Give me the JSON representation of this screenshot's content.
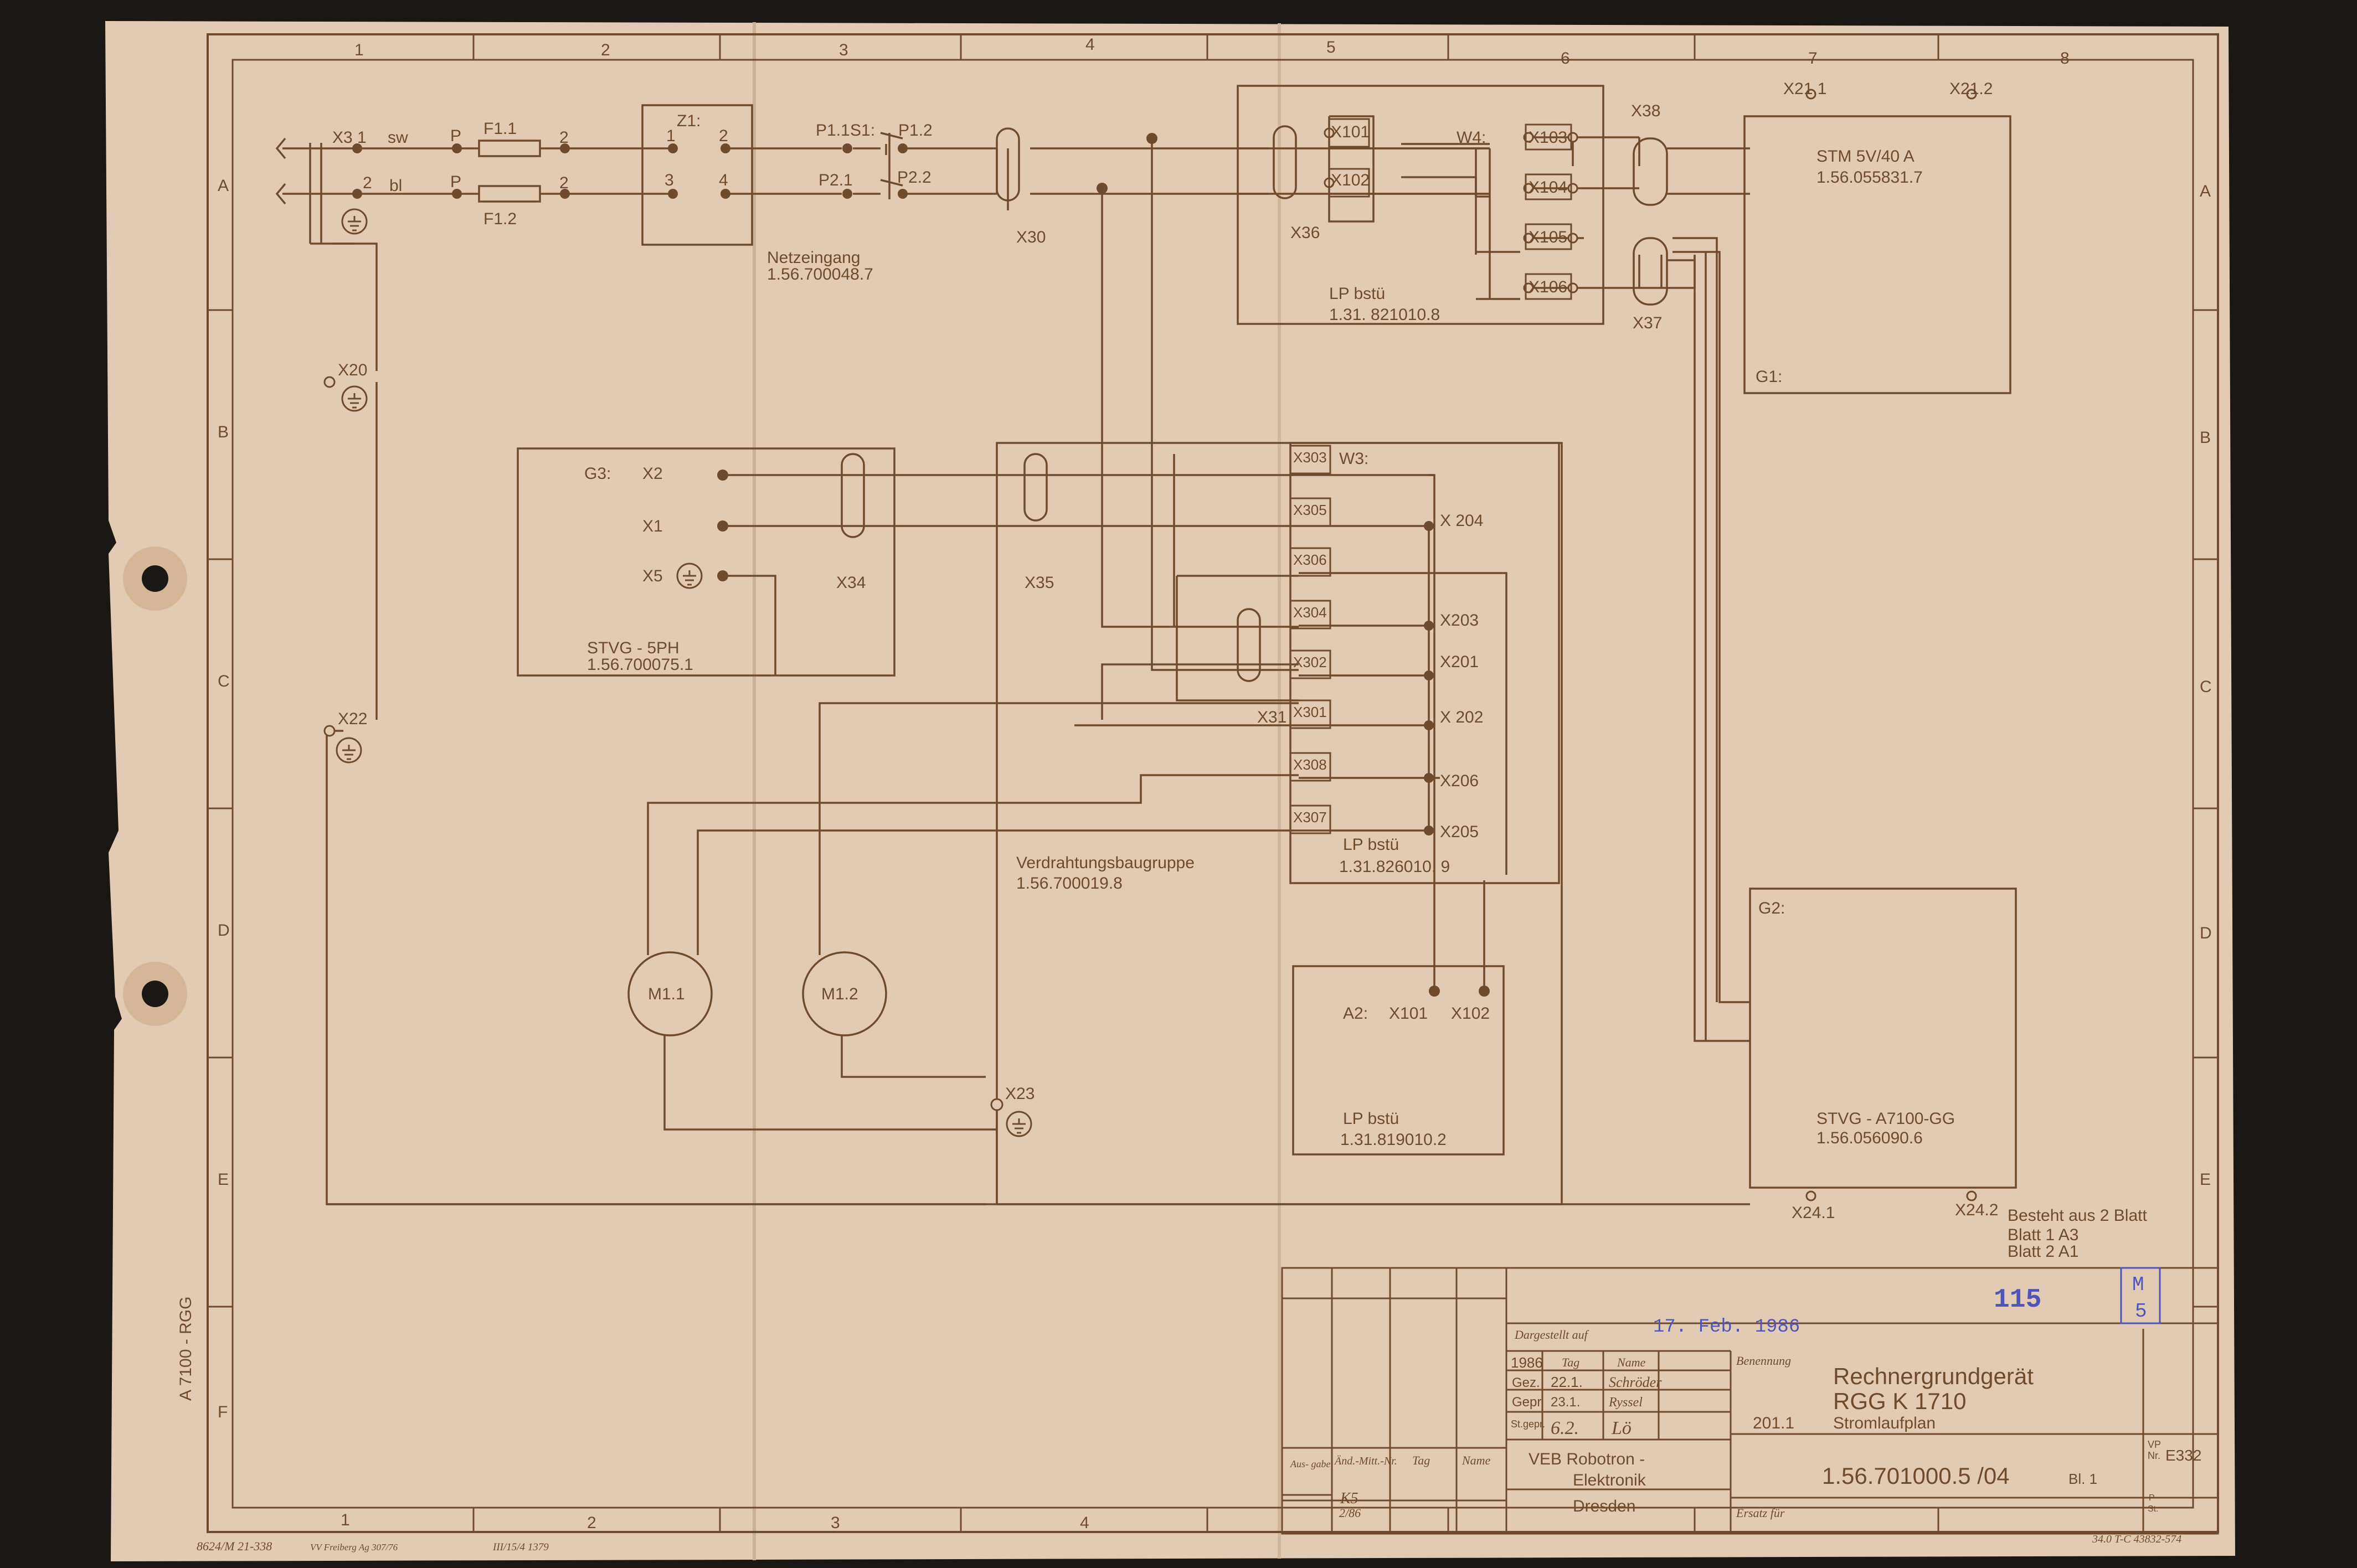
{
  "colors": {
    "paper": "#e2cbb4",
    "ink": "#6e4b2c",
    "stamp": "#4f54b8",
    "background": "#1a1714"
  },
  "grid": {
    "columns_top": [
      "1",
      "2",
      "3",
      "4",
      "5",
      "6",
      "7",
      "8"
    ],
    "columns_bottom": [
      "1",
      "2",
      "3",
      "4"
    ],
    "rows": [
      "A",
      "B",
      "C",
      "D",
      "E",
      "F"
    ]
  },
  "margin": {
    "side_label": "A 7100 - RGG",
    "bottom_left": "8624/M 21-338",
    "bottom_printer": "VV Freiberg  Ag 307/76",
    "bottom_code": "III/15/4   1379",
    "bottom_right": "34.0 T-C 43832-574"
  },
  "mains": {
    "x3_1": "X3 1",
    "sw": "sw",
    "x3_2": "2",
    "bl": "bl",
    "p_top": "P",
    "p_bot": "P",
    "f1_1": "F1.1",
    "f1_2": "F1.2",
    "f_out_top": "2",
    "f_out_bot": "2",
    "z1": "Z1:",
    "z1_1": "1",
    "z1_2": "2",
    "z1_3": "3",
    "z1_4": "4",
    "p1_1": "P1.1",
    "s1": "S1:",
    "p1_2": "P1.2",
    "p2_1": "P2.1",
    "p2_2": "P2.2",
    "x30": "X30",
    "netz": "Netzeingang",
    "netz_part": "1.56.700048.7"
  },
  "lp1": {
    "x101": "X101",
    "x102": "X102",
    "x36": "X36",
    "w4": "W4:",
    "x103": "X103",
    "x104": "X104",
    "x105": "X105",
    "x106": "X106",
    "x38": "X38",
    "x37": "X37",
    "name": "LP bstü",
    "part": "1.31. 821010.8"
  },
  "g1": {
    "x21_1": "X21.1",
    "x21_2": "X21.2",
    "title": "STM 5V/40 A",
    "part": "1.56.055831.7",
    "label": "G1:"
  },
  "ground": {
    "x20": "X20",
    "x22": "X22",
    "x23": "X23"
  },
  "g3": {
    "label": "G3:",
    "x2": "X2",
    "x1": "X1",
    "x5": "X5",
    "title": "STVG - 5PH",
    "part": "1.56.700075.1",
    "x34": "X34",
    "x35": "X35"
  },
  "wiring": {
    "x303": "X303",
    "w3": "W3:",
    "x305": "X305",
    "x306": "X306",
    "x304": "X304",
    "x302": "X302",
    "x301": "X301",
    "x308": "X308",
    "x307": "X307",
    "x31": "X31",
    "x204": "X 204",
    "x203": "X203",
    "x201": "X201",
    "x202": "X 202",
    "x206": "X206",
    "x205": "X205",
    "lp_name": "LP bstü",
    "lp_part": "1.31.826010. 9",
    "title": "Verdrahtungsbaugruppe",
    "part": "1.56.700019.8"
  },
  "motors": {
    "m1_1": "M1.1",
    "m1_2": "M1.2"
  },
  "a2": {
    "label": "A2:",
    "x101": "X101",
    "x102": "X102",
    "name": "LP bstü",
    "part": "1.31.819010.2"
  },
  "g2": {
    "label": "G2:",
    "title": "STVG - A7100-GG",
    "part": "1.56.056090.6",
    "x24_1": "X24.1",
    "x24_2": "X24.2"
  },
  "sheets_note": {
    "line1": "Besteht aus 2 Blatt",
    "line2": "Blatt 1      A3",
    "line3": "Blatt 2      A1"
  },
  "title_block": {
    "dargestellt": "Dargestellt auf",
    "date_stamp": "17. Feb. 1986",
    "number_stamp": "115",
    "box_stamp_top": "M",
    "box_stamp_bottom": "5",
    "year": "1986",
    "tag": "Tag",
    "name": "Name",
    "gez": "Gez.",
    "gez_tag": "22.1.",
    "gez_name": "Schröder",
    "gepr": "Gepr.",
    "gepr_tag": "23.1.",
    "gepr_name": "Ryssel",
    "stgepr": "St.gepr.",
    "stgepr_tag": "6.2.",
    "stgepr_name": "Lö",
    "benennung": "Benennung",
    "title1": "Rechnergrundgerät",
    "title2": "RGG  K 1710",
    "sub_num": "201.1",
    "sub_text": "Stromlaufplan",
    "company1": "VEB  Robotron -",
    "company2": "Elektronik",
    "company3": "Dresden",
    "drawing_no": "1.56.701000.5 /04",
    "bl": "Bl. 1",
    "vp": "VP",
    "nr": "Nr.",
    "nr_val": "E332",
    "ersatz": "Ersatz für",
    "ausgabe": "Aus- gabe",
    "aend": "Änd.-Mitt.-Nr.",
    "tag2": "Tag",
    "name2": "Name",
    "ausgabe_val": "K5",
    "ausgabe_val2": "2/86",
    "p_label": "P",
    "st_label": "St."
  }
}
